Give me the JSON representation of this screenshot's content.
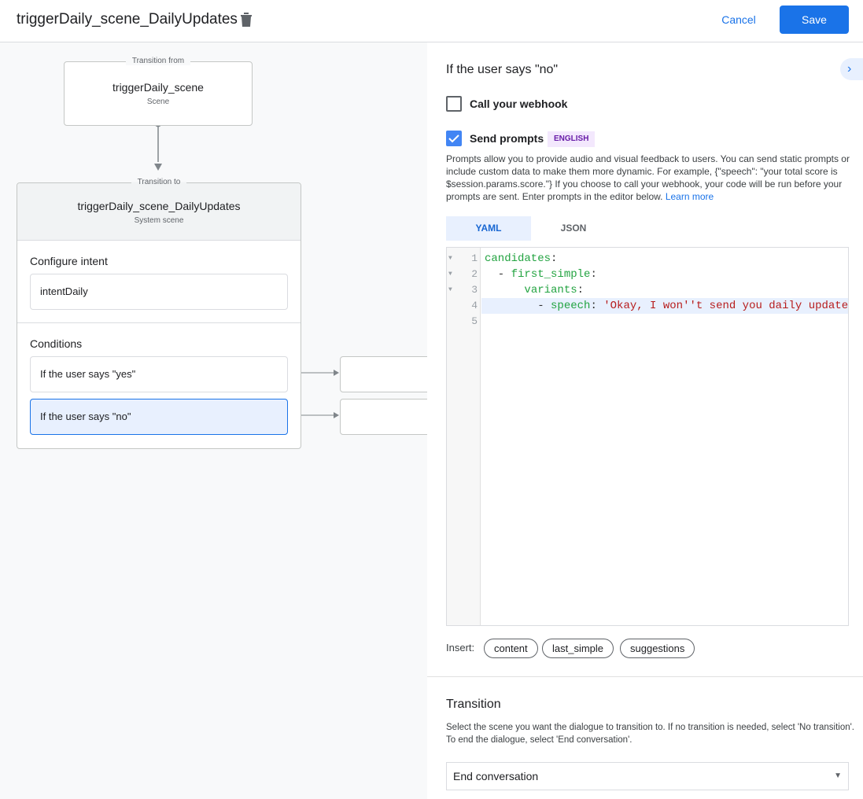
{
  "header": {
    "title": "triggerDaily_scene_DailyUpdates",
    "cancel_label": "Cancel",
    "save_label": "Save"
  },
  "canvas": {
    "from": {
      "legend": "Transition from",
      "name": "triggerDaily_scene",
      "type": "Scene"
    },
    "to": {
      "legend": "Transition to",
      "name": "triggerDaily_scene_DailyUpdates",
      "type": "System scene"
    },
    "configure_intent_label": "Configure intent",
    "intent": "intentDaily",
    "conditions_label": "Conditions",
    "conditions": [
      "If the user says \"yes\"",
      "If the user says \"no\""
    ]
  },
  "panel": {
    "title": "If the user says \"no\"",
    "webhook": {
      "label": "Call your webhook",
      "checked": false
    },
    "prompts": {
      "label": "Send prompts",
      "checked": true,
      "language": "ENGLISH"
    },
    "description": "Prompts allow you to provide audio and visual feedback to users. You can send static prompts or include custom data to make them more dynamic. For example, {\"speech\": \"your total score is $session.params.score.\"} If you choose to call your webhook, your code will be run before your prompts are sent. Enter prompts in the editor below.",
    "learn_more": "Learn more",
    "tabs": [
      "YAML",
      "JSON"
    ],
    "active_tab": "YAML",
    "code": {
      "line_numbers": [
        "1",
        "2",
        "3",
        "4",
        "5"
      ],
      "l1_key": "candidates",
      "l2_key": "first_simple",
      "l3_key": "variants",
      "l4_key": "speech",
      "l4_val": "'Okay, I won''t send you daily update"
    },
    "insert_label": "Insert:",
    "insert_options": [
      "content",
      "last_simple",
      "suggestions"
    ],
    "transition": {
      "title": "Transition",
      "description": "Select the scene you want the dialogue to transition to. If no transition is needed, select 'No transition'. To end the dialogue, select 'End conversation'.",
      "selected": "End conversation"
    }
  },
  "colors": {
    "accent": "#1a73e8",
    "selected_bg": "#e8f0fe",
    "chip_bg": "#f3e8fd"
  }
}
